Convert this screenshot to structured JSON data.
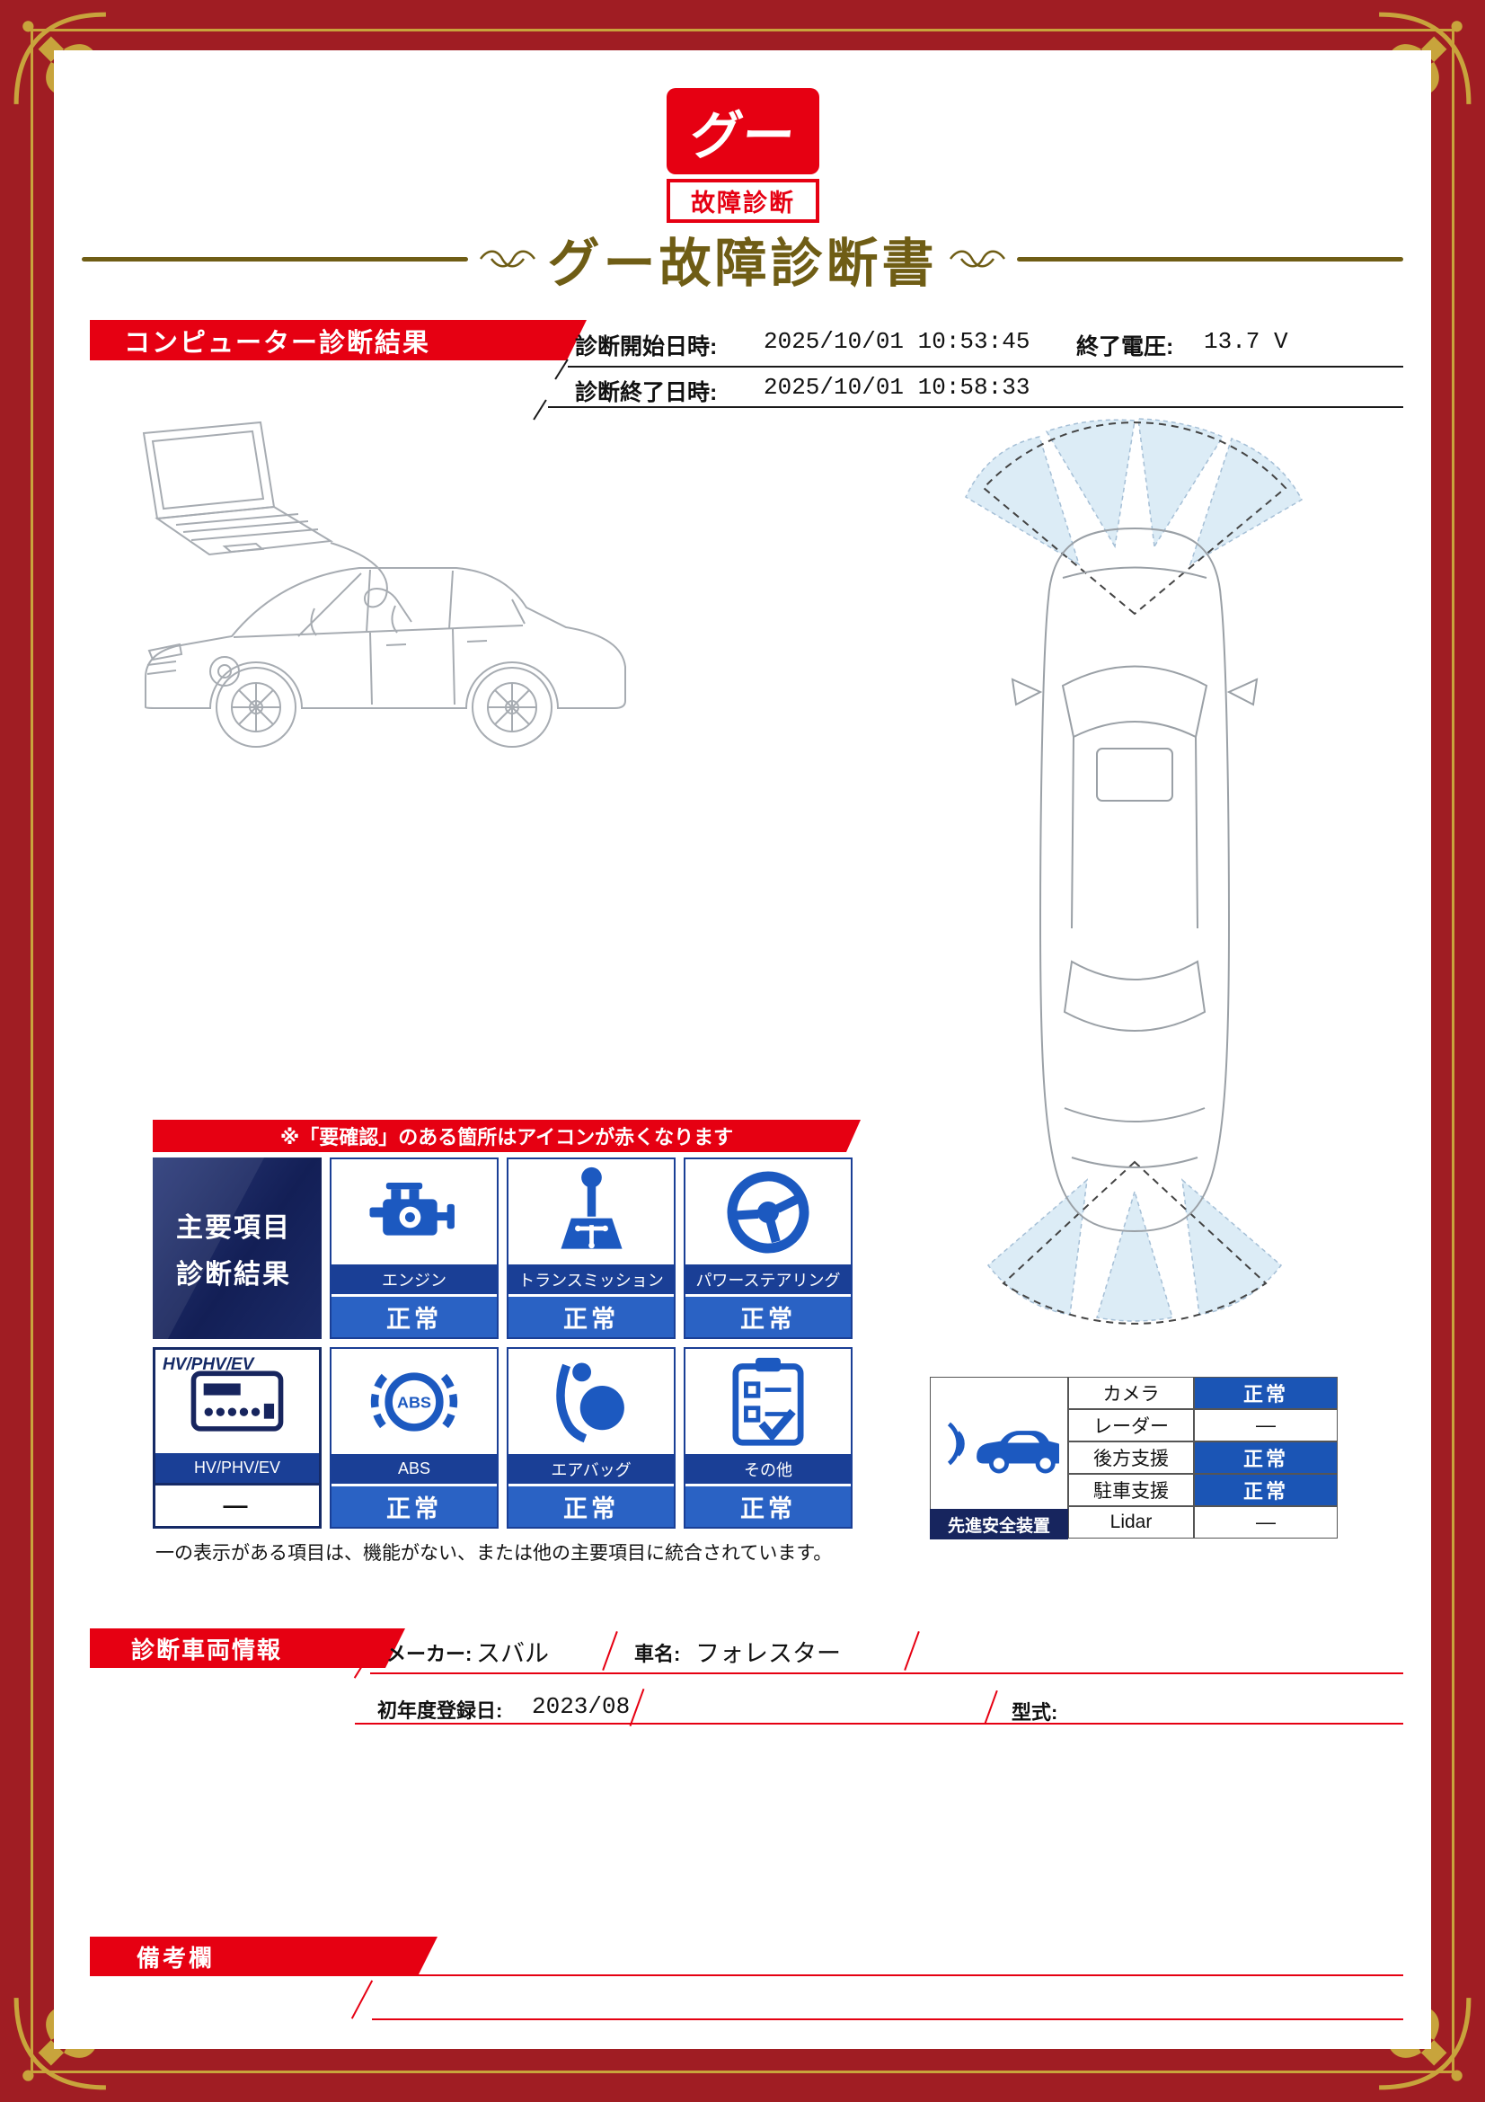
{
  "colors": {
    "border_red": "#a01d23",
    "accent_red": "#e60012",
    "strip_blue": "#1a3f96",
    "status_blue": "#2a62c4",
    "navy": "#17255e",
    "icon_blue": "#1c59c0",
    "gold_frame": "#c8a43c",
    "title_gold": "#6f5d15",
    "sensor_blue": "#d9eaf6"
  },
  "logo": {
    "top": "グー",
    "bottom": "故障診断"
  },
  "title": "グー故障診断書",
  "diagnosis": {
    "banner": "コンピューター診断結果",
    "start_label": "診断開始日時:",
    "start_value": "2025/10/01 10:53:45",
    "voltage_label": "終了電圧:",
    "voltage_value": "13.7 V",
    "end_label": "診断終了日時:",
    "end_value": "2025/10/01 10:58:33"
  },
  "notice": "※「要確認」のある箇所はアイコンが赤くなります",
  "main": {
    "header_line1": "主要項目",
    "header_line2": "診断結果",
    "cells": [
      {
        "id": "engine",
        "label": "エンジン",
        "status": "正常"
      },
      {
        "id": "transmission",
        "label": "トランスミッション",
        "status": "正常"
      },
      {
        "id": "power-steering",
        "label": "パワーステアリング",
        "status": "正常"
      },
      {
        "id": "hv-phv-ev",
        "top_label": "HV/PHV/EV",
        "label": "HV/PHV/EV",
        "status": "―"
      },
      {
        "id": "abs",
        "label": "ABS",
        "status": "正常"
      },
      {
        "id": "airbag",
        "label": "エアバッグ",
        "status": "正常"
      },
      {
        "id": "other",
        "label": "その他",
        "status": "正常"
      }
    ],
    "footnote": "一の表示がある項目は、機能がない、または他の主要項目に統合されています。"
  },
  "safety": {
    "title": "先進安全装置",
    "rows": [
      {
        "label": "カメラ",
        "value": "正常"
      },
      {
        "label": "レーダー",
        "value": "―"
      },
      {
        "label": "後方支援",
        "value": "正常"
      },
      {
        "label": "駐車支援",
        "value": "正常"
      },
      {
        "label": "Lidar",
        "value": "―"
      }
    ]
  },
  "vehicle": {
    "banner": "診断車両情報",
    "maker_label": "メーカー:",
    "maker_value": "スバル",
    "name_label": "車名:",
    "name_value": "フォレスター",
    "reg_label": "初年度登録日:",
    "reg_value": "2023/08",
    "model_label": "型式:",
    "model_value": ""
  },
  "remarks": {
    "banner": "備考欄"
  }
}
